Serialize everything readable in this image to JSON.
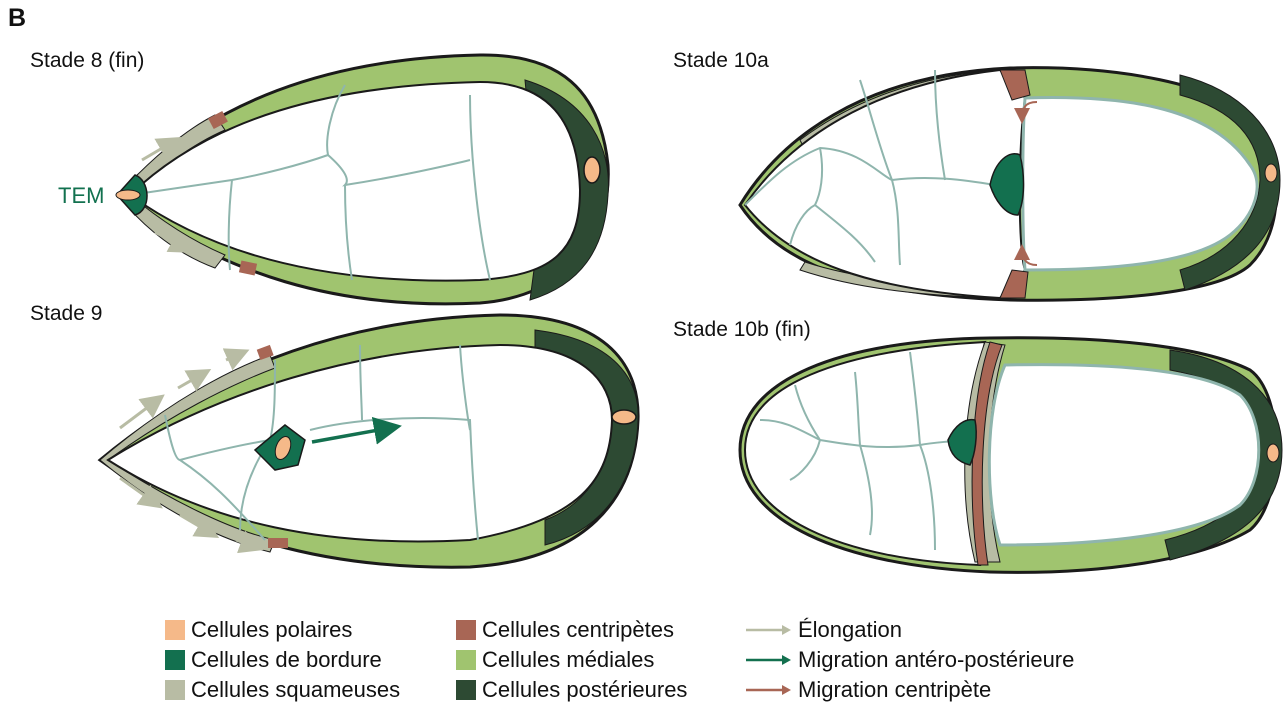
{
  "panel_letter": "B",
  "stages": {
    "s8": "Stade 8 (fin)",
    "s9": "Stade 9",
    "s10a": "Stade 10a",
    "s10b": "Stade 10b (fin)"
  },
  "tem_label": "TEM",
  "colors": {
    "polar": "#f5b989",
    "border": "#13704f",
    "squamous": "#b8bca4",
    "centripetal": "#a86655",
    "medial": "#a0c46f",
    "posterior": "#2d4a33",
    "membrane": "#8fb5ad",
    "elongation_arrow": "#b8bca4",
    "migration_ap_arrow": "#13704f",
    "migration_centripetal_arrow": "#a86655"
  },
  "legend": [
    {
      "label": "Cellules polaires",
      "color_key": "polar"
    },
    {
      "label": "Cellules de bordure",
      "color_key": "border"
    },
    {
      "label": "Cellules squameuses",
      "color_key": "squamous"
    },
    {
      "label": "Cellules centripètes",
      "color_key": "centripetal"
    },
    {
      "label": "Cellules médiales",
      "color_key": "medial"
    },
    {
      "label": "Cellules postérieures",
      "color_key": "posterior"
    },
    {
      "label": "Élongation",
      "color_key": "elongation_arrow"
    },
    {
      "label": "Migration antéro-postérieure",
      "color_key": "migration_ap_arrow"
    },
    {
      "label": "Migration centripète",
      "color_key": "migration_centripetal_arrow"
    }
  ]
}
